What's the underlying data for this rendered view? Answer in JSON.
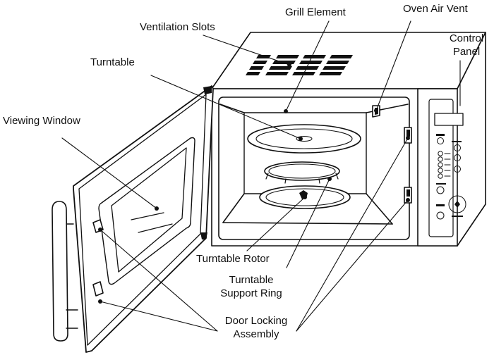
{
  "labels": {
    "grill_element": "Grill Element",
    "oven_air_vent": "Oven Air Vent",
    "ventilation_slots": "Ventilation Slots",
    "control_panel_line1": "Control",
    "control_panel_line2": "Panel",
    "turntable": "Turntable",
    "viewing_window": "Viewing Window",
    "turntable_rotor": "Turntable Rotor",
    "turntable_support_ring_line1": "Turntable",
    "turntable_support_ring_line2": "Support Ring",
    "door_locking_assembly_line1": "Door Locking",
    "door_locking_assembly_line2": "Assembly"
  },
  "colors": {
    "line": "#111111",
    "fill": "#ffffff",
    "dot": "#111111"
  }
}
